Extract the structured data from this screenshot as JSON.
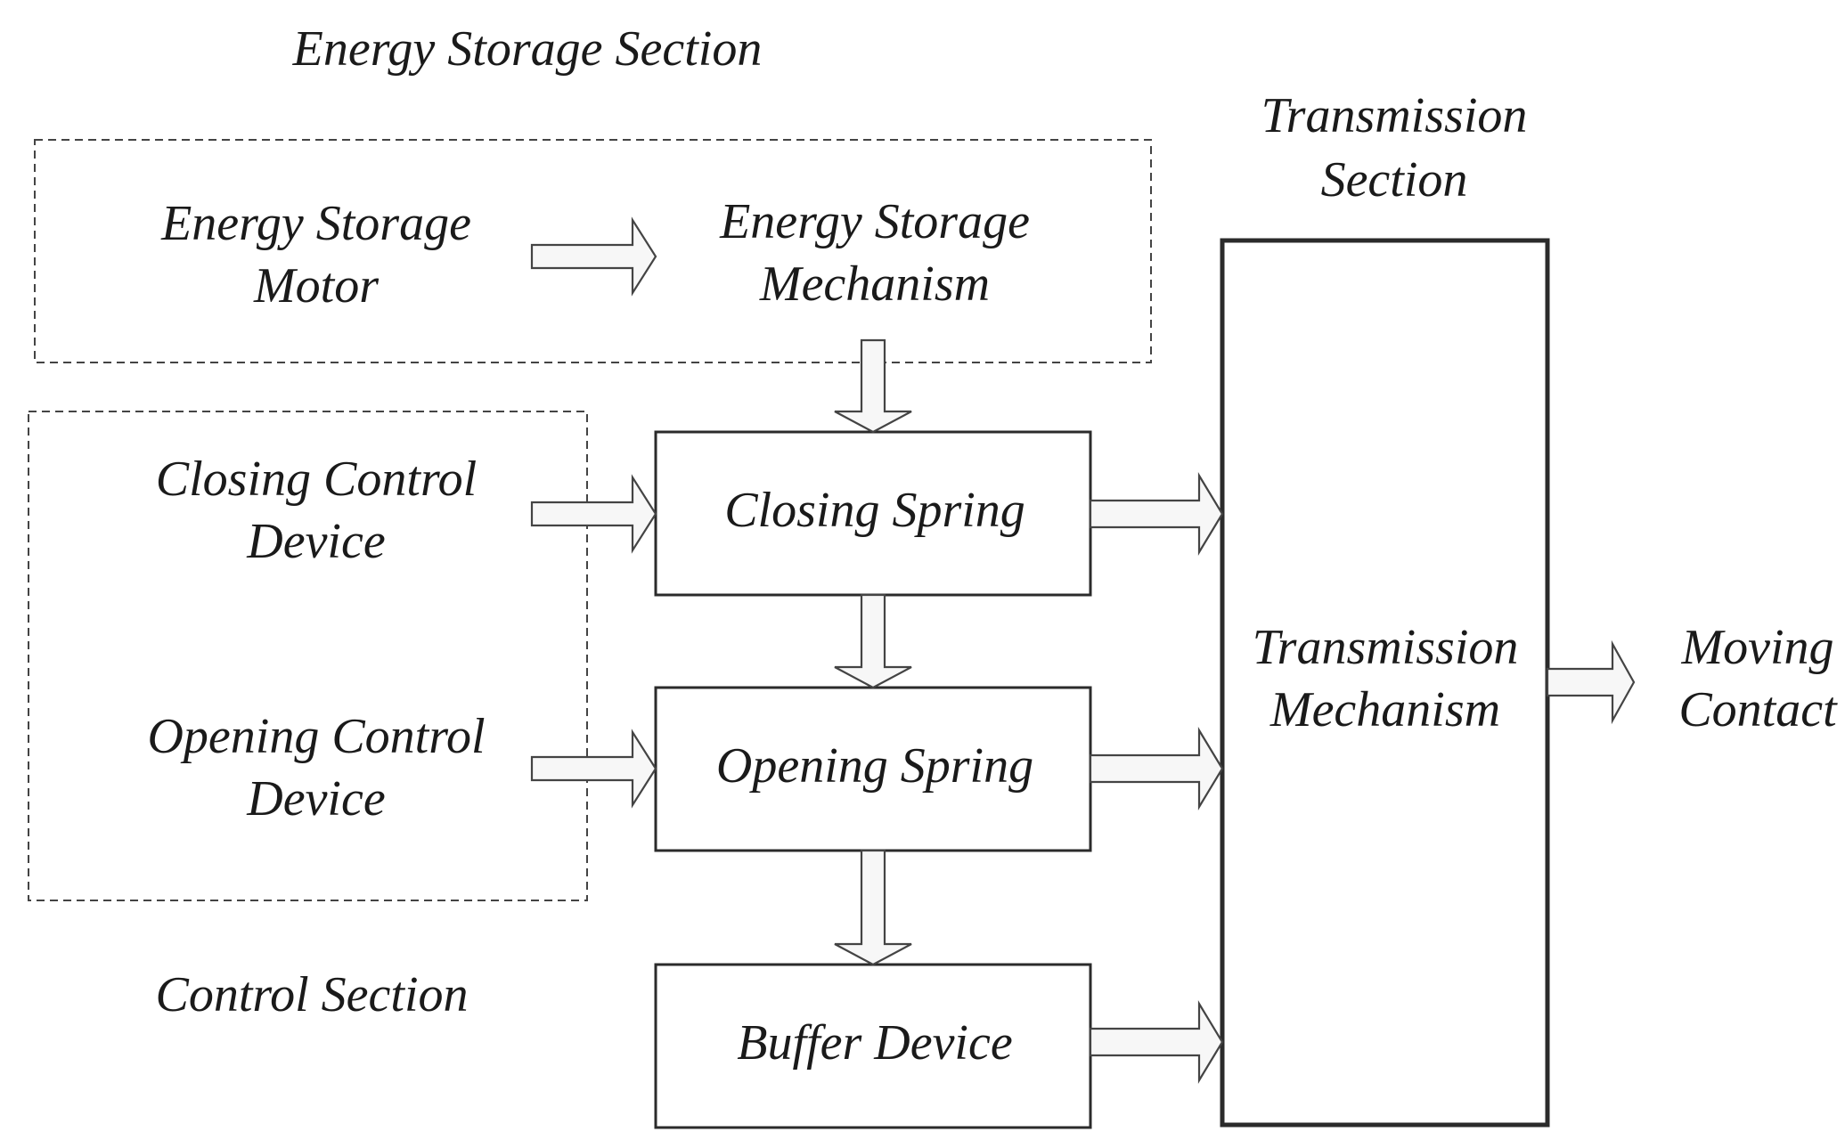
{
  "sections": {
    "energy_storage": "Energy Storage Section",
    "transmission_line1": "Transmission",
    "transmission_line2": "Section",
    "control": "Control Section"
  },
  "nodes": {
    "energy_storage_motor": {
      "line1": "Energy Storage",
      "line2": "Motor"
    },
    "energy_storage_mechanism": {
      "line1": "Energy Storage",
      "line2": "Mechanism"
    },
    "closing_control_device": {
      "line1": "Closing Control",
      "line2": "Device"
    },
    "opening_control_device": {
      "line1": "Opening Control",
      "line2": "Device"
    },
    "closing_spring": {
      "label": "Closing Spring"
    },
    "opening_spring": {
      "label": "Opening Spring"
    },
    "buffer_device": {
      "label": "Buffer Device"
    },
    "transmission_mechanism": {
      "line1": "Transmission",
      "line2": "Mechanism"
    },
    "moving_contact": {
      "line1": "Moving",
      "line2": "Contact"
    }
  },
  "edges": [
    {
      "from": "energy_storage_motor",
      "to": "energy_storage_mechanism"
    },
    {
      "from": "energy_storage_mechanism",
      "to": "closing_spring"
    },
    {
      "from": "closing_control_device",
      "to": "closing_spring"
    },
    {
      "from": "opening_control_device",
      "to": "opening_spring"
    },
    {
      "from": "closing_spring",
      "to": "opening_spring"
    },
    {
      "from": "opening_spring",
      "to": "buffer_device"
    },
    {
      "from": "closing_spring",
      "to": "transmission_mechanism"
    },
    {
      "from": "opening_spring",
      "to": "transmission_mechanism"
    },
    {
      "from": "buffer_device",
      "to": "transmission_mechanism"
    },
    {
      "from": "transmission_mechanism",
      "to": "moving_contact"
    }
  ]
}
